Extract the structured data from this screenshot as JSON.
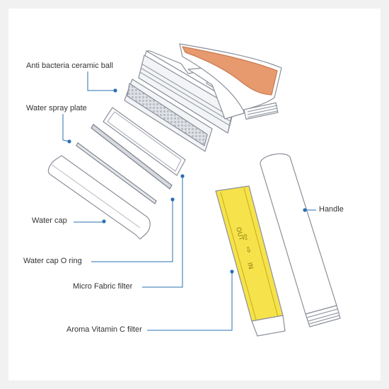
{
  "colors": {
    "leader": "#2a6fb3",
    "outline": "#8a8f99",
    "ceramic": "#cfd3d9",
    "handle_accent": "#e79a6e",
    "vitamin_yellow": "#f6e24a",
    "part_fill": "#ffffff"
  },
  "labels": {
    "anti_bacteria_ceramic_ball": "Anti bacteria ceramic ball",
    "water_spray_plate": "Water spray plate",
    "water_cap": "Water cap",
    "water_cap_o_ring": "Water cap O ring",
    "micro_fabric_filter": "Micro Fabric filter",
    "aroma_vitamin_c_filter": "Aroma Vitamin C filter",
    "handle": "Handle"
  },
  "filter_markings": {
    "out": "OUT",
    "in": "IN"
  }
}
